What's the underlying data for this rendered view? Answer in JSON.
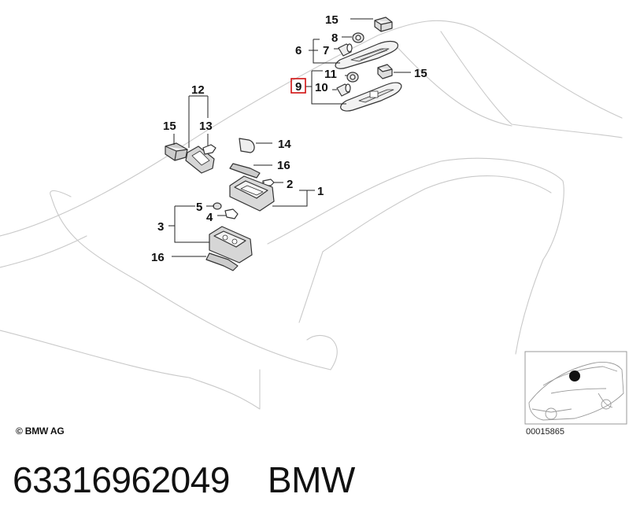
{
  "diagram": {
    "copyright": "© BMW AG",
    "diagram_number": "00015865",
    "highlight_color": "#d01010",
    "callouts": {
      "c15_top": "15",
      "c8": "8",
      "c7": "7",
      "c6": "6",
      "c11": "11",
      "c15_mid": "15",
      "c9": "9",
      "c10": "10",
      "c12": "12",
      "c15_left": "15",
      "c13": "13",
      "c14": "14",
      "c16_upper": "16",
      "c2": "2",
      "c1": "1",
      "c5": "5",
      "c4": "4",
      "c3": "3",
      "c16_lower": "16"
    },
    "highlighted_callout": "9"
  },
  "caption": {
    "part_number": "63316962049",
    "brand": "BMW"
  }
}
